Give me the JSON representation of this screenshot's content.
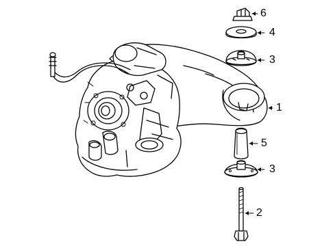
{
  "callouts": [
    {
      "id": "c6",
      "label": "6",
      "part": "nut"
    },
    {
      "id": "c4",
      "label": "4",
      "part": "washer"
    },
    {
      "id": "c3a",
      "label": "3",
      "part": "insulator-upper"
    },
    {
      "id": "c1",
      "label": "1",
      "part": "differential-carrier"
    },
    {
      "id": "c5",
      "label": "5",
      "part": "bumper"
    },
    {
      "id": "c3b",
      "label": "3",
      "part": "insulator-lower"
    },
    {
      "id": "c2",
      "label": "2",
      "part": "bolt"
    }
  ]
}
